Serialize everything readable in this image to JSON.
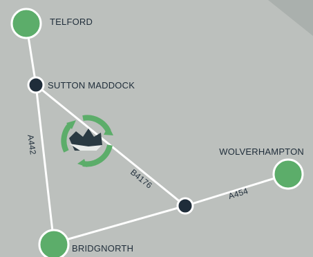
{
  "colors": {
    "background": "#bcc0bd",
    "corner_band": "#aab0ad",
    "road": "#ffffff",
    "town_fill": "#5cad6a",
    "junction_fill": "#1f2d3a",
    "text": "#1f2d3a",
    "logo_ring": "#5cad6a",
    "logo_boat": "#2a3a42"
  },
  "places": {
    "telford": {
      "label": "TELFORD",
      "kind": "town"
    },
    "sutton_maddock": {
      "label": "SUTTON MADDOCK",
      "kind": "junction"
    },
    "wolverhampton": {
      "label": "WOLVERHAMPTON",
      "kind": "town"
    },
    "bridgnorth": {
      "label": "BRIDGNORTH",
      "kind": "town"
    },
    "b4176_a454_junction": {
      "label": "",
      "kind": "junction"
    }
  },
  "roads": {
    "a442": {
      "label": "A442"
    },
    "b4176": {
      "label": "B4176"
    },
    "a454": {
      "label": "A454"
    }
  },
  "logo": {
    "icon": "boat-in-circular-arrows-icon"
  }
}
